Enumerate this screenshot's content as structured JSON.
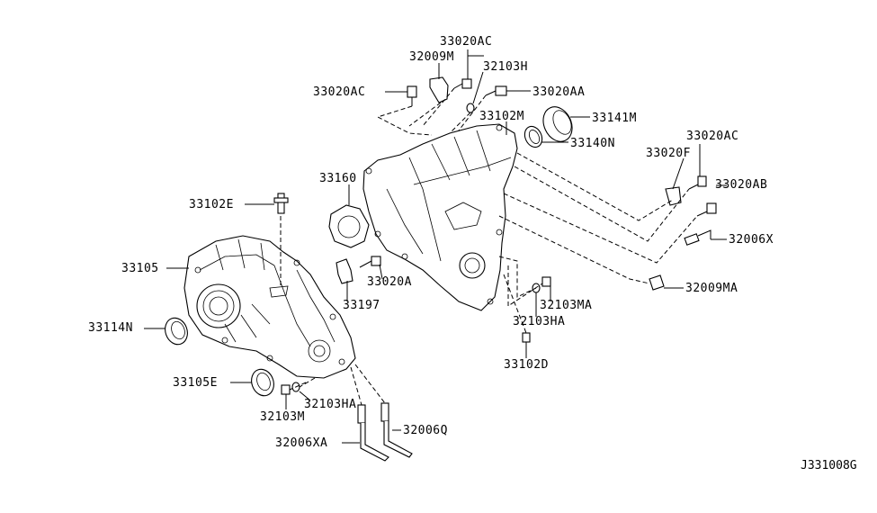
{
  "labels": {
    "p33020AC_top": "33020AC",
    "p32009M": "32009M",
    "p32103H": "32103H",
    "p33020AC_left": "33020AC",
    "p33020AA": "33020AA",
    "p33102M": "33102M",
    "p33141M": "33141M",
    "p33140N": "33140N",
    "p33020AC_right": "33020AC",
    "p33020F": "33020F",
    "p33020AB": "33020AB",
    "p33160": "33160",
    "p33102E": "33102E",
    "p32006X": "32006X",
    "p33105": "33105",
    "p33020A": "33020A",
    "p32009MA": "32009MA",
    "p33197": "33197",
    "p32103MA": "32103MA",
    "p33114N": "33114N",
    "p32103HA_right": "32103HA",
    "p33102D": "33102D",
    "p33105E": "33105E",
    "p32103HA_left": "32103HA",
    "p32103M": "32103M",
    "p32006Q": "32006Q",
    "p32006XA": "32006XA"
  },
  "reference_code": "J331008G"
}
